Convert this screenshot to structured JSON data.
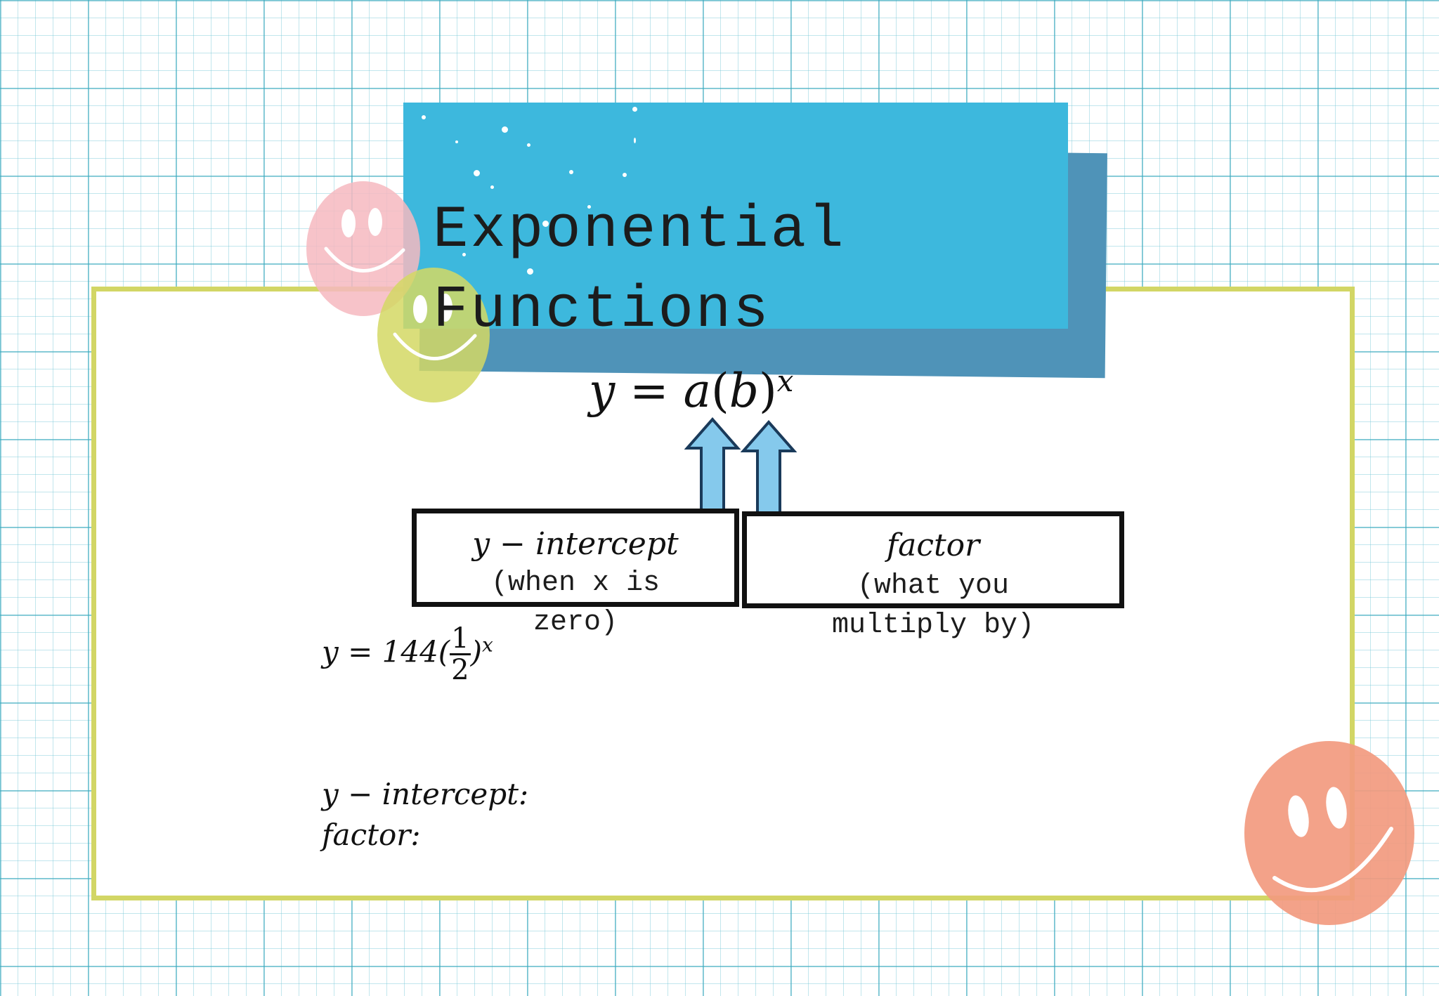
{
  "title": {
    "line1": "Exponential",
    "line2": "Functions"
  },
  "formula": {
    "y": "y",
    "equals": "=",
    "a": "a",
    "open_paren": "(",
    "b": "b",
    "close_paren": ")",
    "exponent": "x"
  },
  "boxes": {
    "intercept": {
      "title": "y − intercept",
      "desc_line1": "(when x is",
      "desc_line2": "zero)"
    },
    "factor": {
      "title": "factor",
      "desc_line1": "(what you",
      "desc_line2": "multiply by)"
    }
  },
  "example": {
    "lhs": "y = 144(",
    "numerator": "1",
    "denominator": "2",
    "close": ")",
    "exponent": "x"
  },
  "answers": {
    "intercept_label": "y − intercept:",
    "factor_label": "factor:"
  },
  "colors": {
    "banner": "#3db8dd",
    "banner_shadow": "#4f93b8",
    "card_border": "#d2d665",
    "arrow_fill": "#85c9ec",
    "smiley_pink": "#f6b8c0",
    "smiley_yellow": "#d4d864",
    "smiley_orange": "#f29a7f"
  },
  "icons": [
    "pink-smiley-icon",
    "yellow-smiley-icon",
    "orange-smiley-icon",
    "up-arrow-icon"
  ]
}
